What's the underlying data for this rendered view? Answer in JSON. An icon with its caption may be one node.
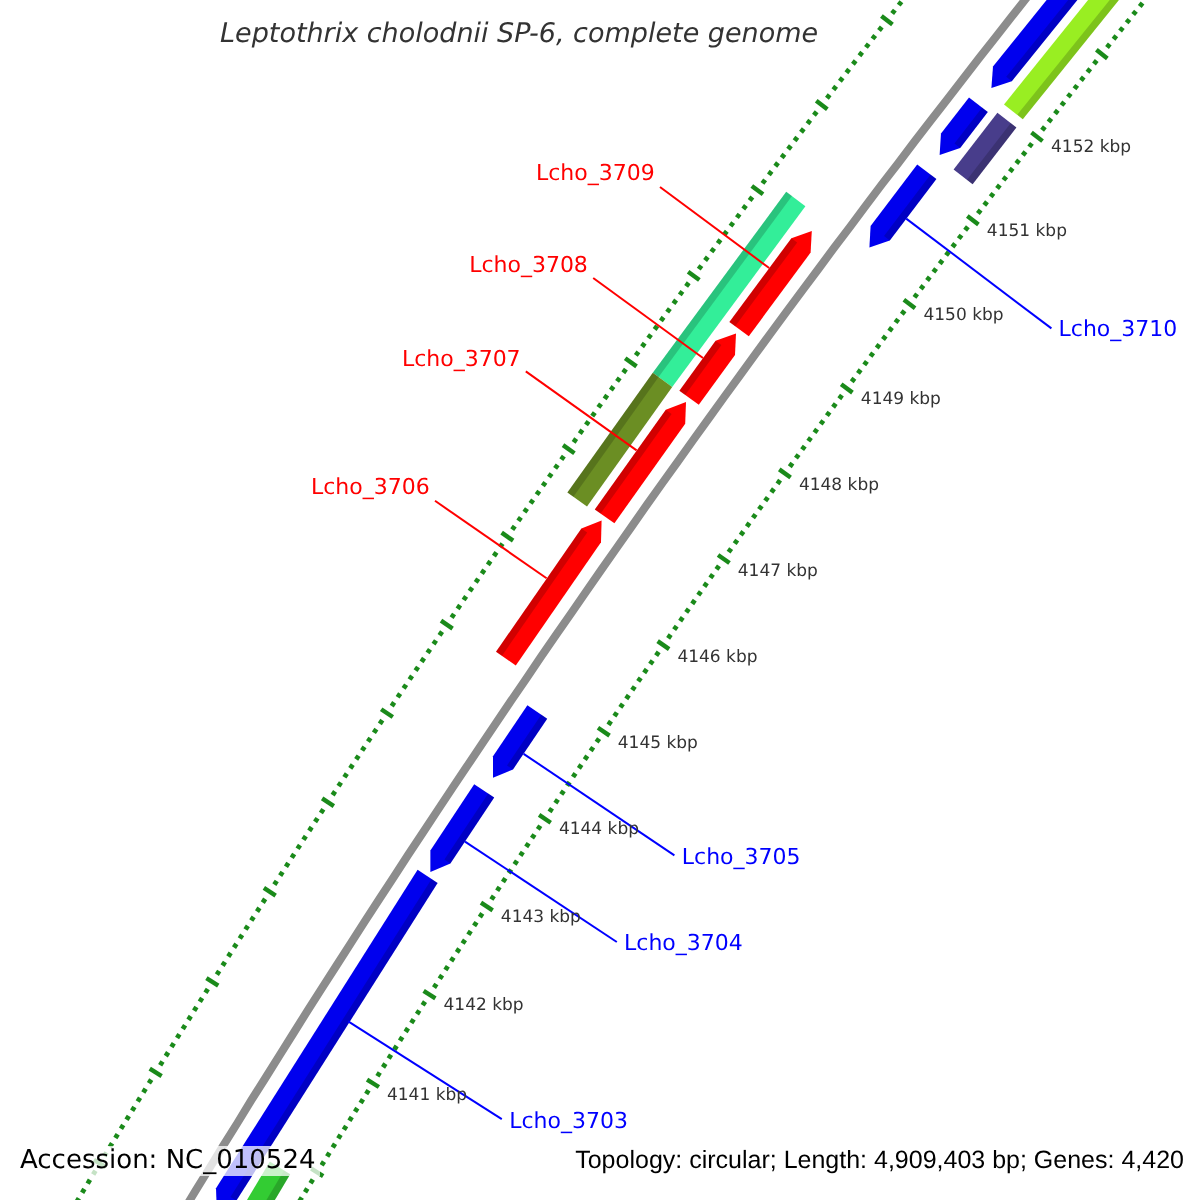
{
  "diagram": {
    "title": "Leptothrix cholodnii SP-6, complete genome",
    "nodes": [
      {
        "text": [
          "Lcho_3709"
        ]
      },
      {
        "text": [
          "Lcho_3708"
        ]
      },
      {
        "text": [
          "Lcho_3710"
        ]
      },
      {
        "text": [
          "Lcho_3707"
        ]
      },
      {
        "text": [
          "Lcho_3706"
        ]
      },
      {
        "text": [
          "Lcho_3705"
        ]
      },
      {
        "text": [
          "Lcho_3704"
        ]
      },
      {
        "text": [
          "Lcho_3703"
        ]
      },
      {
        "text": [],
        "shape": "arrow"
      },
      {
        "text": [],
        "shape": "arrow"
      },
      {
        "text": [],
        "shape": "arrow"
      },
      {
        "text": [],
        "shape": "arrow"
      },
      {
        "text": [],
        "shape": "arrow"
      },
      {
        "text": [],
        "shape": "arrow"
      },
      {
        "text": [],
        "shape": "arrow"
      },
      {
        "text": [],
        "shape": "arrow"
      }
    ],
    "edges": [
      {
        "from": 0,
        "to": 9,
        "arrow": "none",
        "color": "#ff0000"
      },
      {
        "from": 1,
        "to": 10,
        "arrow": "none",
        "color": "#ff0000"
      },
      {
        "from": 2,
        "to": 8,
        "arrow": "none",
        "color": "#0000ff"
      },
      {
        "from": 3,
        "to": 11,
        "arrow": "none",
        "color": "#ff0000"
      },
      {
        "from": 4,
        "to": 12,
        "arrow": "none",
        "color": "#ff0000"
      },
      {
        "from": 5,
        "to": 13,
        "arrow": "none",
        "color": "#0000ff"
      },
      {
        "from": 6,
        "to": 14,
        "arrow": "none",
        "color": "#0000ff"
      },
      {
        "from": 7,
        "to": 15,
        "arrow": "none",
        "color": "#0000ff"
      }
    ],
    "labels": [
      "4152 kbp",
      "4151 kbp",
      "4150 kbp",
      "4149 kbp",
      "4148 kbp",
      "4147 kbp",
      "4146 kbp",
      "4145 kbp",
      "4144 kbp",
      "4143 kbp",
      "4142 kbp",
      "4141 kbp",
      "Accession: NC_010524",
      "Topology: circular; Length: 4,909,403 bp; Genes: 4,420"
    ]
  }
}
